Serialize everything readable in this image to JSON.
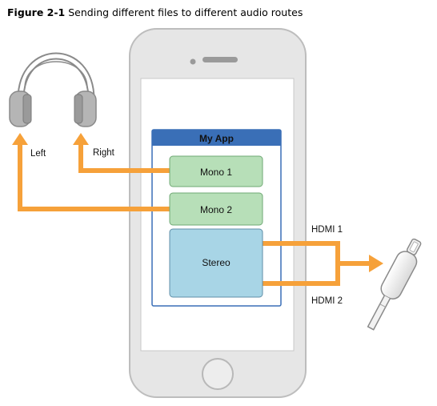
{
  "figure": {
    "number": "Figure 2-1",
    "caption": "Sending different files to different audio routes"
  },
  "app": {
    "title": "My App",
    "files": [
      {
        "label": "Mono 1"
      },
      {
        "label": "Mono 2"
      },
      {
        "label": "Stereo"
      }
    ]
  },
  "routes": {
    "left": "Left",
    "right": "Right",
    "hdmi1": "HDMI 1",
    "hdmi2": "HDMI 2"
  },
  "colors": {
    "arrow": "#f6a13a",
    "app_header": "#3a6fb7",
    "mono_box_fill": "#b7dfb8",
    "mono_box_stroke": "#6fa874",
    "stereo_box_fill": "#a8d5e6",
    "stereo_box_stroke": "#5f8fa8",
    "phone_body": "#e6e6e6",
    "phone_outline": "#bdbdbd",
    "icon_outline": "#8a8a8a",
    "icon_fill": "#b5b5b5"
  },
  "icons": {
    "headphones": "headphones-icon",
    "connector": "lightning-connector-icon"
  }
}
